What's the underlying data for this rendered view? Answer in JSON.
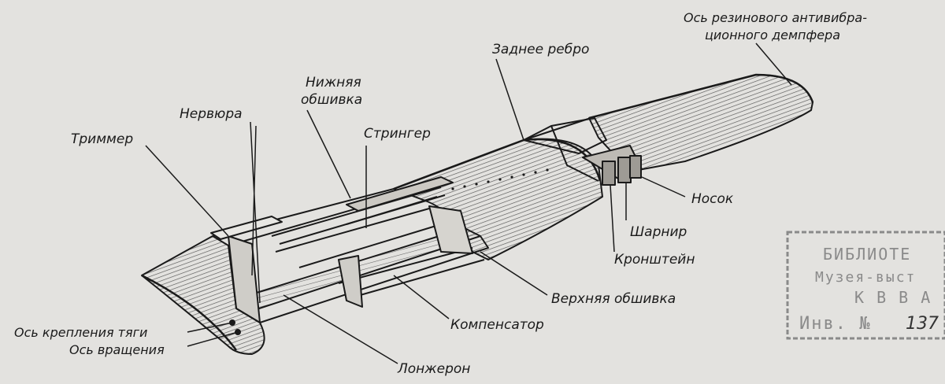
{
  "labels": {
    "rubber_damper_axis_line1": "Ось резинового антивибра-",
    "rubber_damper_axis_line2": "ционного демпфера",
    "rear_rib": "Заднее ребро",
    "lower_skin_line1": "Нижняя",
    "lower_skin_line2": "обшивка",
    "rib": "Нервюра",
    "stringer": "Стрингер",
    "trimmer": "Триммер",
    "nose": "Носок",
    "hinge": "Шарнир",
    "bracket": "Кронштейн",
    "upper_skin": "Верхняя обшивка",
    "compensator": "Компенсатор",
    "spar": "Лонжерон",
    "rod_mount_axis": "Ось крепления тяги",
    "rotation_axis": "Ось вращения"
  },
  "stamp": {
    "line1": "БИБЛИОТЕ",
    "line2": "Музея-выст",
    "line3": "К В В А",
    "line4": "Инв. №",
    "number": "137"
  },
  "colors": {
    "background": "#e3e2df",
    "ink": "#1a1a1a",
    "stamp": "#8a8a8a"
  }
}
